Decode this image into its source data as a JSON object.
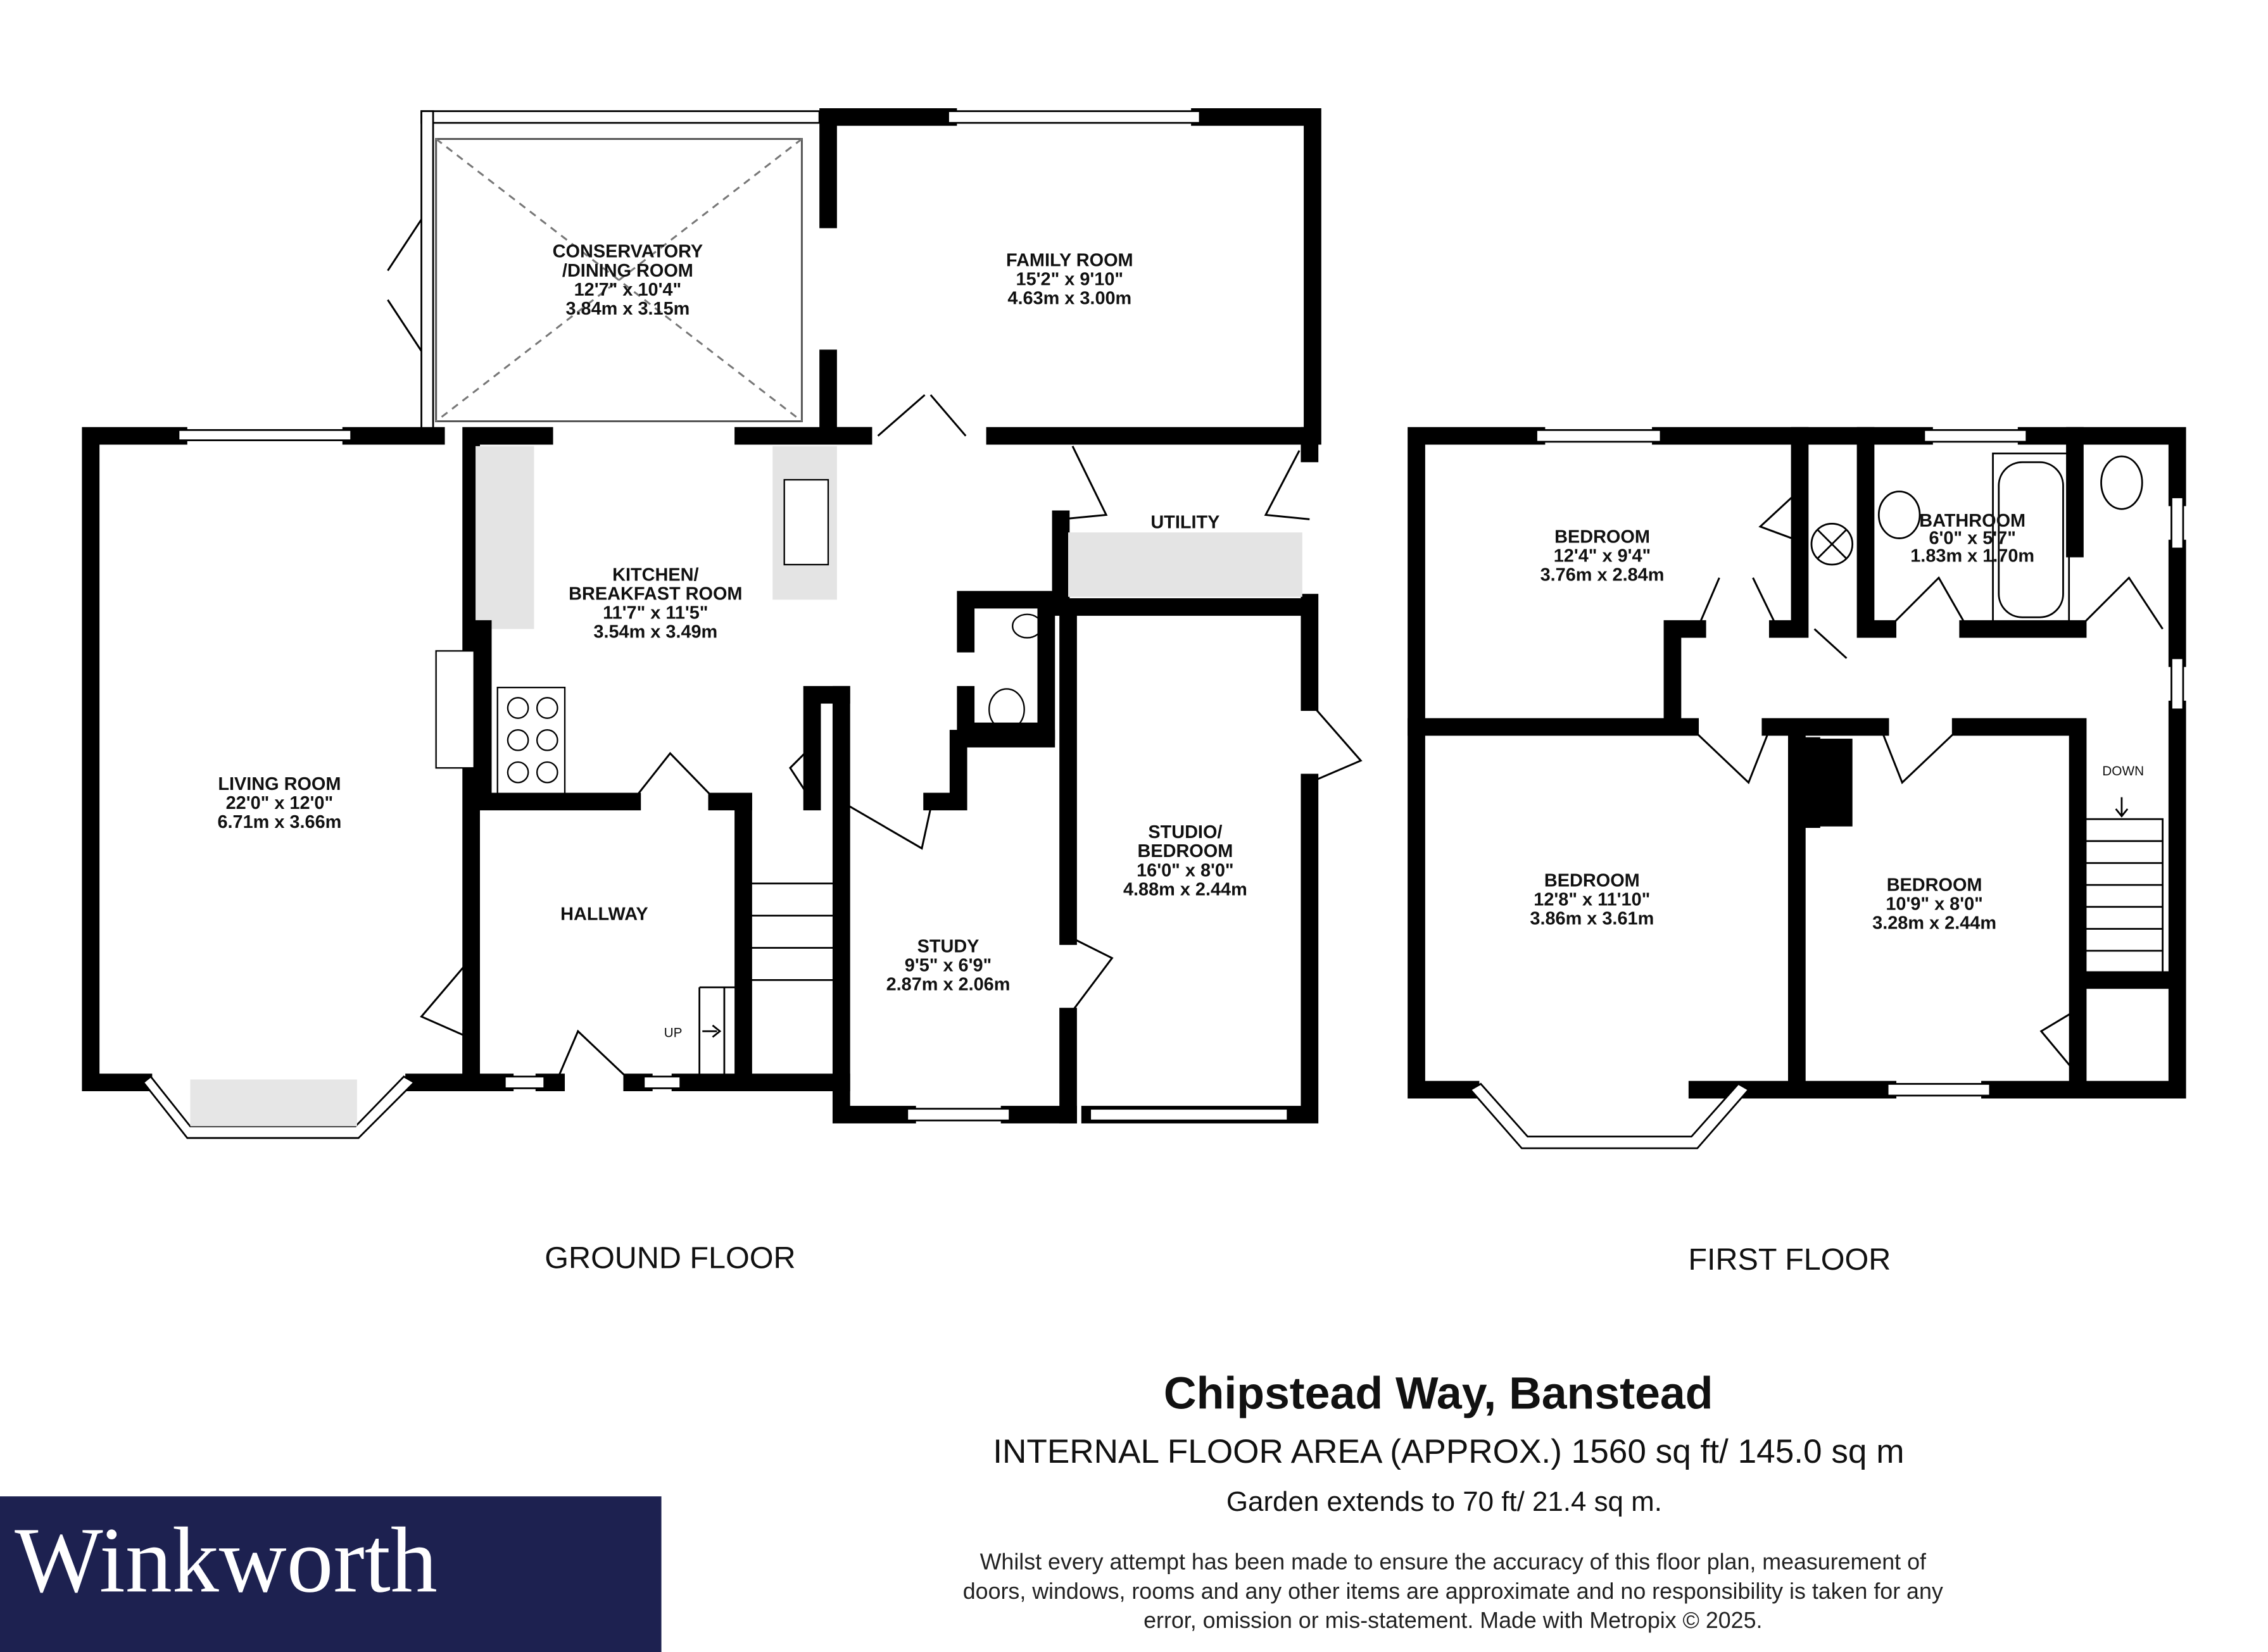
{
  "ground_floor": {
    "label": "GROUND FLOOR",
    "rooms": {
      "conservatory": {
        "name1": "CONSERVATORY",
        "name2": "/DINING ROOM",
        "imperial": "12'7\"  x 10'4\"",
        "metric": "3.84m  x 3.15m"
      },
      "family": {
        "name": "FAMILY ROOM",
        "imperial": "15'2\"  x 9'10\"",
        "metric": "4.63m  x 3.00m"
      },
      "kitchen": {
        "name1": "KITCHEN/",
        "name2": "BREAKFAST ROOM",
        "imperial": "11'7\"  x 11'5\"",
        "metric": "3.54m  x 3.49m"
      },
      "utility": {
        "name": "UTILITY"
      },
      "living": {
        "name": "LIVING ROOM",
        "imperial": "22'0\"  x 12'0\"",
        "metric": "6.71m  x 3.66m"
      },
      "hallway": {
        "name": "HALLWAY"
      },
      "study": {
        "name": "STUDY",
        "imperial": "9'5\"  x 6'9\"",
        "metric": "2.87m  x 2.06m"
      },
      "studio": {
        "name1": "STUDIO/",
        "name2": "BEDROOM",
        "imperial": "16'0\"  x 8'0\"",
        "metric": "4.88m  x 2.44m"
      }
    },
    "stairs_label": "UP"
  },
  "first_floor": {
    "label": "FIRST FLOOR",
    "rooms": {
      "bedroom1": {
        "name": "BEDROOM",
        "imperial": "12'4\"  x 9'4\"",
        "metric": "3.76m  x 2.84m"
      },
      "bathroom": {
        "name": "BATHROOM",
        "imperial": "6'0\"  x 5'7\"",
        "metric": "1.83m  x 1.70m"
      },
      "bedroom2": {
        "name": "BEDROOM",
        "imperial": "12'8\"  x 11'10\"",
        "metric": "3.86m  x 3.61m"
      },
      "bedroom3": {
        "name": "BEDROOM",
        "imperial": "10'9\"  x 8'0\"",
        "metric": "3.28m  x 2.44m"
      }
    },
    "stairs_label": "DOWN"
  },
  "info": {
    "title": "Chipstead Way, Banstead",
    "area": "INTERNAL FLOOR AREA (APPROX.) 1560 sq ft/ 145.0 sq m",
    "garden": "Garden extends to 70 ft/ 21.4 sq m.",
    "disclaimer": [
      "Whilst every attempt has been made to ensure the accuracy of this floor plan, measurement of",
      "doors, windows, rooms and any other items are approximate and no responsibility is taken for any",
      "error, omission or mis-statement. Made with Metropix © 2025."
    ]
  },
  "logo": {
    "text": "Winkworth",
    "background": "#1d2150",
    "color": "#ffffff"
  }
}
